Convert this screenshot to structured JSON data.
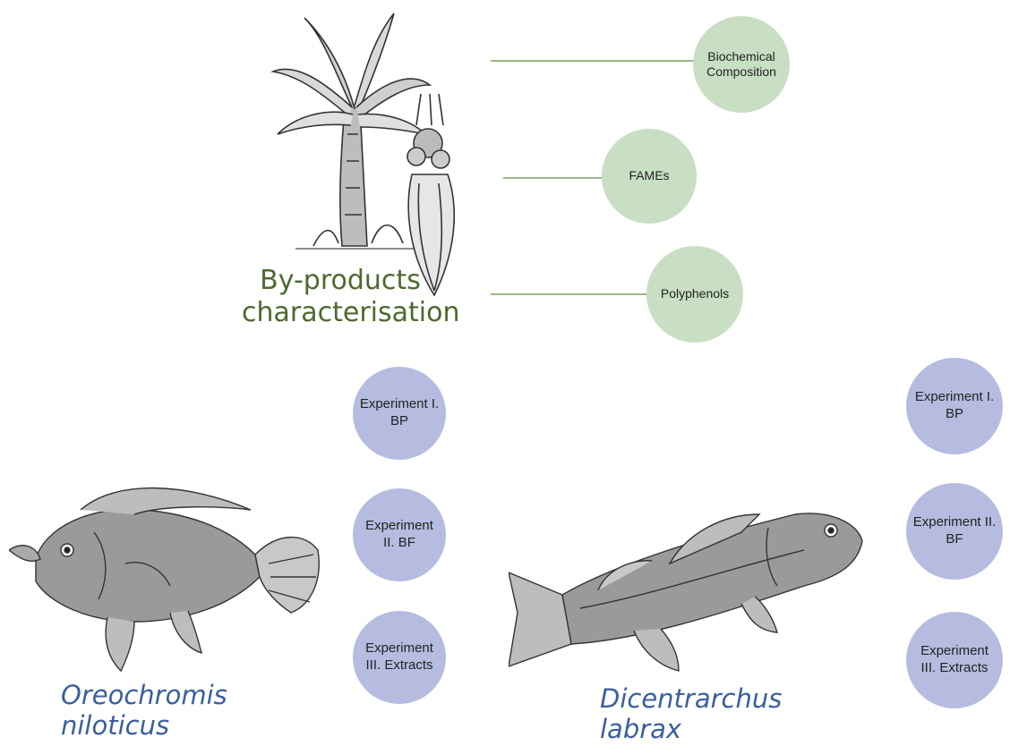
{
  "byproducts": {
    "title_line1": "By-products",
    "title_line2": "characterisation",
    "analyses": [
      "Biochemical Composition",
      "FAMEs",
      "Polyphenols"
    ],
    "circle_color": "#c9dfc3",
    "connector_color": "#9ab88a"
  },
  "species": [
    {
      "name_line1": "Oreochromis",
      "name_line2": "niloticus",
      "experiments": [
        "Experiment I. BP",
        "Experiment II. BF",
        "Experiment III. Extracts"
      ],
      "illustration": "tilapia-fish"
    },
    {
      "name_line1": "Dicentrarchus",
      "name_line2": "labrax",
      "experiments": [
        "Experiment I. BP",
        "Experiment II. BF",
        "Experiment III. Extracts"
      ],
      "illustration": "sea-bass-fish"
    }
  ],
  "experiment_circle_color": "#b5bce0",
  "species_text_color": "#3a5f9f",
  "title_text_color": "#4c6a2f",
  "plant_illustration": "banana-plant-and-flower"
}
